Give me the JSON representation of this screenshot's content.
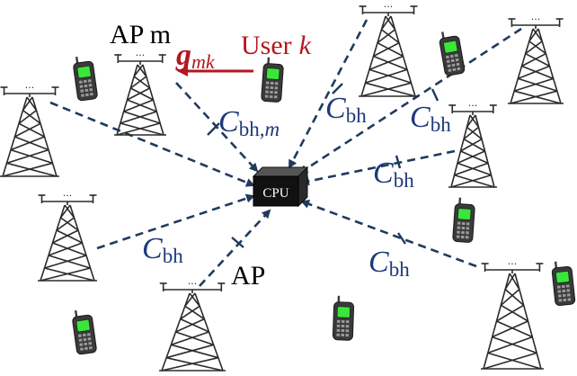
{
  "colors": {
    "link": "#1f3a5f",
    "label": "#1f3a7a",
    "channel": "#b3171f",
    "tower": "#2b2b2b",
    "cpu_box": "#111111",
    "cpu_text": "#ffffff",
    "phone_body": "#3a3a3a",
    "phone_screen": "#39e639"
  },
  "icons": {
    "ap": "cell-tower-icon",
    "user": "mobile-phone-icon",
    "cpu": "cpu-box-icon"
  },
  "labels": {
    "cpu": "CPU",
    "ap_m": "AP m",
    "ap": "AP",
    "user_k_word": "User",
    "user_k_var": "k",
    "channel_main": "g",
    "channel_sub": "mk",
    "fronthaul_main": "C",
    "fronthaul_sub": "bh",
    "fronthaul_m_sub": "bh,",
    "fronthaul_m_var": "m",
    "ellipsis": "···"
  }
}
